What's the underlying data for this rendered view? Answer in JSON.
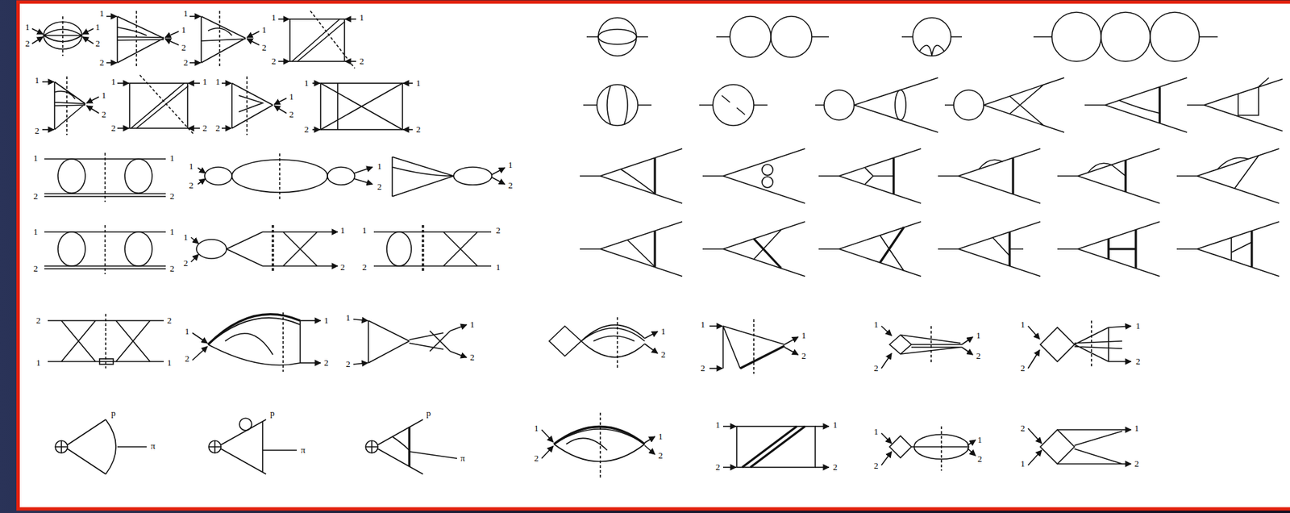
{
  "diagram": {
    "labels": [
      "1",
      "2",
      "1",
      "2",
      "1",
      "2",
      "1",
      "2",
      "1",
      "2",
      "1",
      "2",
      "1",
      "2",
      "1",
      "2",
      "1",
      "2",
      "1",
      "2",
      "1",
      "2",
      "1",
      "2",
      "1",
      "2",
      "1",
      "2",
      "1",
      "2",
      "1",
      "2",
      "1",
      "2",
      "1",
      "2",
      "1",
      "2",
      "1",
      "2",
      "1",
      "2",
      "1",
      "2",
      "1",
      "2",
      "1",
      "2",
      "1",
      "2",
      "1",
      "2",
      "2",
      "1",
      "2",
      "1",
      "2",
      "1",
      "1",
      "2",
      "1",
      "2",
      "1",
      "2",
      "1",
      "2",
      "p",
      "π",
      "p",
      "π",
      "p",
      "π",
      "1",
      "2",
      "1",
      "2",
      "1",
      "2",
      "1",
      "2",
      "1",
      "2",
      "1",
      "2",
      "1",
      "2",
      "1",
      "2",
      "1",
      "2",
      "1",
      "2",
      "1",
      "2",
      "1",
      "2",
      "1",
      "2",
      "2",
      "1",
      "1",
      "2"
    ]
  }
}
